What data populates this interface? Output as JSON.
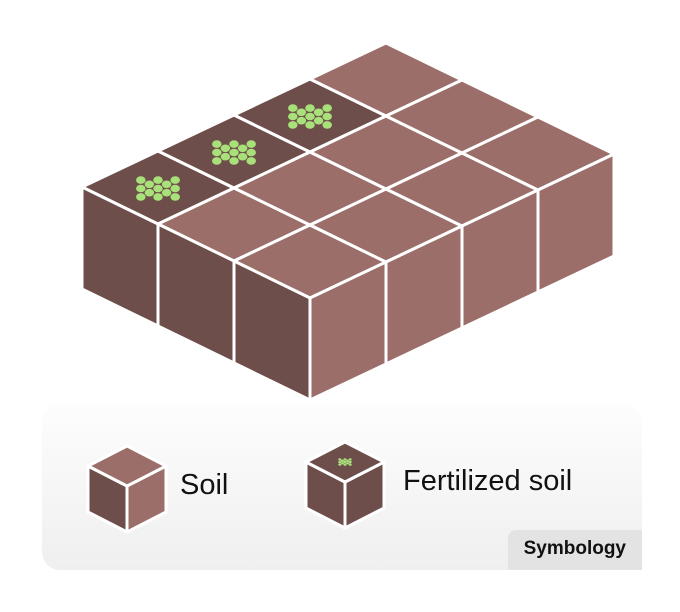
{
  "colors": {
    "soil_top": "#9b6e6a",
    "soil_side_light": "#9b6e6a",
    "soil_side_dark": "#6e4e4b",
    "fertilized_top": "#6e4e4b",
    "dots": "#a8e07a",
    "edge": "#ffffff"
  },
  "grid": {
    "columns": 4,
    "rows": 3,
    "fertilized_cells": [
      [
        0,
        0
      ],
      [
        1,
        0
      ],
      [
        2,
        0
      ]
    ]
  },
  "legend": {
    "title": "Symbology",
    "items": [
      {
        "label": "Soil",
        "type": "soil",
        "icon": "soil-cube-icon"
      },
      {
        "label": "Fertilized soil",
        "type": "fertilized",
        "icon": "fertilized-soil-cube-icon"
      }
    ]
  }
}
